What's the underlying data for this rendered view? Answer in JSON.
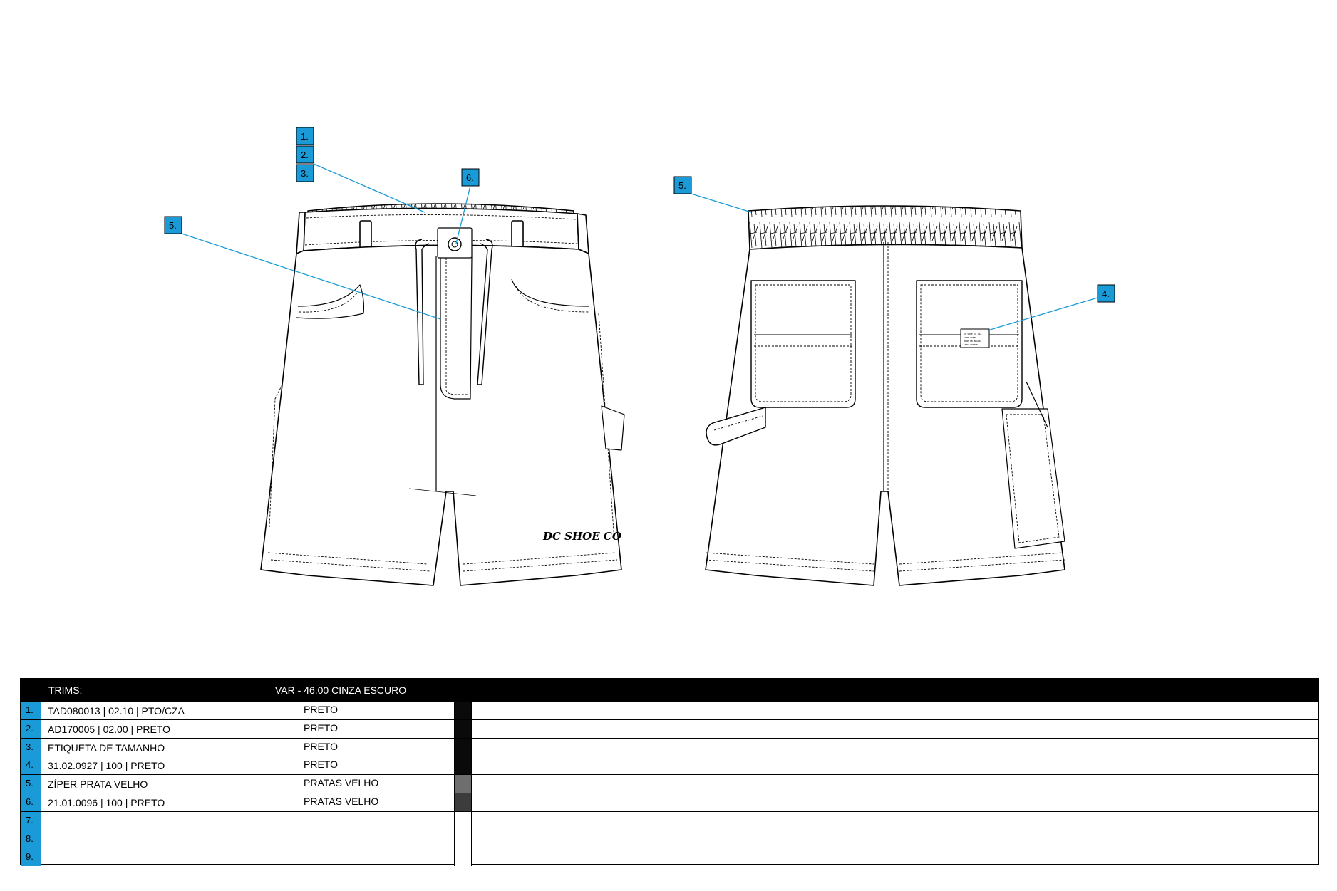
{
  "callouts": {
    "front": [
      "1.",
      "2.",
      "3.",
      "6.",
      "5."
    ],
    "back": [
      "5.",
      "4."
    ]
  },
  "logo_text": "DC SHOE CO",
  "label_lines": [
    "DC SHOE CO USA",
    "SIZE LABEL",
    "MADE IN BRAZIL",
    "100% COTTON"
  ],
  "colors": {
    "callout_blue": "#1a9bd7",
    "line_black": "#000000",
    "swatch_black": "#0a0a0a",
    "swatch_grey": "#6e6e6e",
    "swatch_darkgrey": "#3c3c3c"
  },
  "table": {
    "header_trims": "TRIMS:",
    "header_variant": "VAR - 46.00 CINZA ESCURO",
    "rows": [
      {
        "num": "1.",
        "desc": "TAD080013 | 02.10 | PTO/CZA",
        "color": "PRETO",
        "swatch": "#0a0a0a"
      },
      {
        "num": "2.",
        "desc": "AD170005 | 02.00 | PRETO",
        "color": "PRETO",
        "swatch": "#0a0a0a"
      },
      {
        "num": "3.",
        "desc": "ETIQUETA DE TAMANHO",
        "color": "PRETO",
        "swatch": "#0a0a0a"
      },
      {
        "num": "4.",
        "desc": "31.02.0927 | 100 | PRETO",
        "color": "PRETO",
        "swatch": "#0a0a0a"
      },
      {
        "num": "5.",
        "desc": "ZÍPER PRATA VELHO",
        "color": "PRATAS VELHO",
        "swatch": "#6e6e6e"
      },
      {
        "num": "6.",
        "desc": "21.01.0096 | 100 | PRETO",
        "color": "PRATAS VELHO",
        "swatch": "#3c3c3c"
      },
      {
        "num": "7.",
        "desc": "",
        "color": "",
        "swatch": "#ffffff"
      },
      {
        "num": "8.",
        "desc": "",
        "color": "",
        "swatch": "#ffffff"
      },
      {
        "num": "9.",
        "desc": "",
        "color": "",
        "swatch": "#ffffff"
      }
    ]
  }
}
